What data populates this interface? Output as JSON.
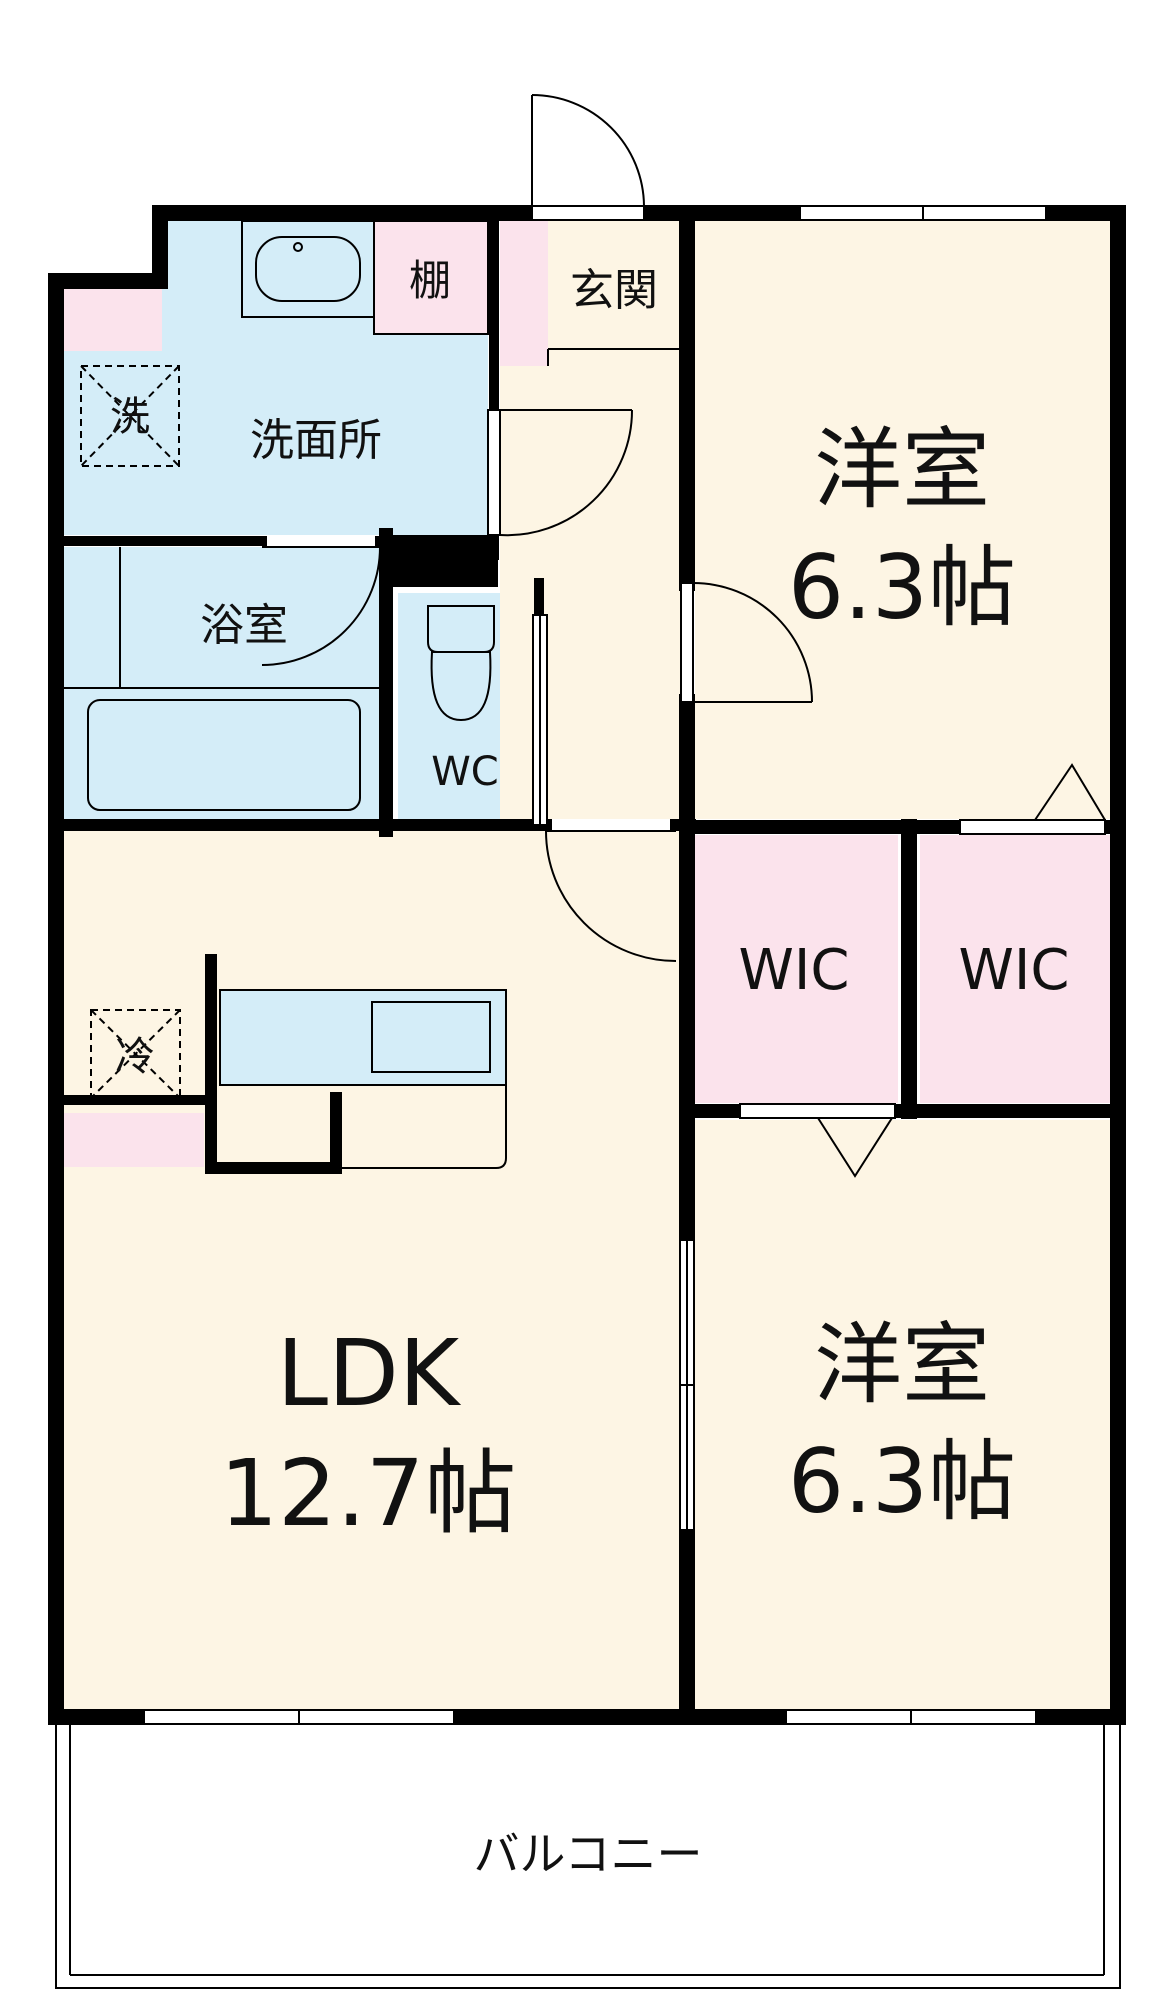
{
  "rooms": {
    "washroom": "洗面所",
    "washer": "洗",
    "shelf": "棚",
    "entrance": "玄関",
    "bath": "浴室",
    "wc": "WC",
    "bedroom1_name": "洋室",
    "bedroom1_size": "6.3帖",
    "wic1": "WIC",
    "wic2": "WIC",
    "fridge": "冷",
    "ldk_name": "LDK",
    "ldk_size": "12.7帖",
    "bedroom2_name": "洋室",
    "bedroom2_size": "6.3帖",
    "balcony": "バルコニー"
  },
  "colors": {
    "wet_area": "#d4edf8",
    "living_area": "#fdf5e4",
    "storage": "#fbe3ec",
    "wall": "#000000"
  }
}
